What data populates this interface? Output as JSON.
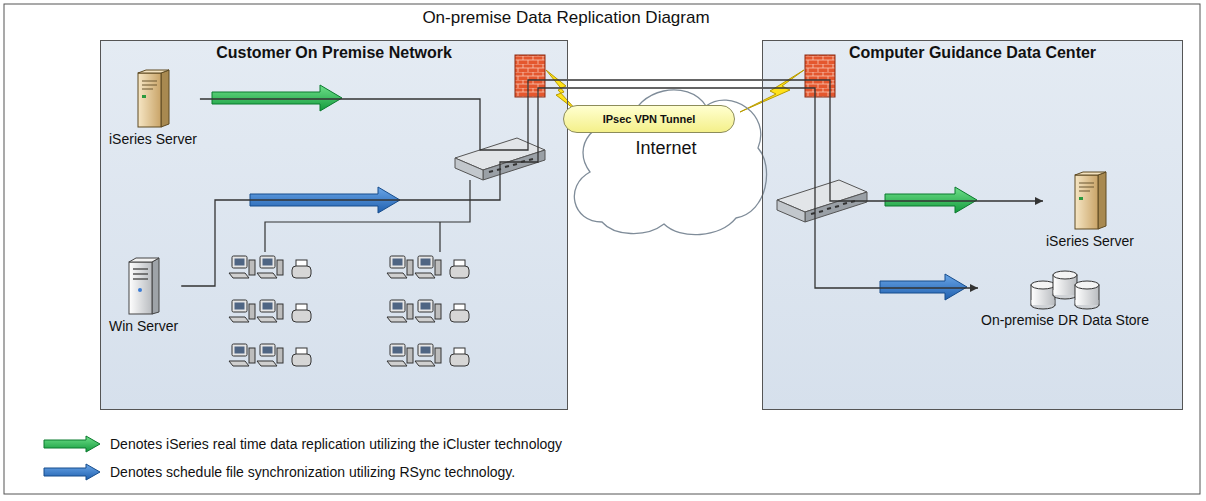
{
  "diagram": {
    "title": "On-premise Data Replication Diagram",
    "nodes": [
      {
        "text": [
          "Customer On Premise Network"
        ]
      },
      {
        "text": [
          "iSeries Server"
        ],
        "in": 0
      },
      {
        "text": [
          "Win Server"
        ],
        "in": 0
      },
      {
        "text": [
          "Internet"
        ]
      },
      {
        "text": [
          "IPsec VPN Tunnel"
        ],
        "in": 3
      },
      {
        "text": [
          "Computer Guidance Data Center"
        ]
      },
      {
        "text": [
          "iSeries Server"
        ],
        "in": 5
      },
      {
        "text": [
          "On-premise DR Data Store"
        ],
        "in": 5
      }
    ],
    "edges": [
      {
        "from": 1,
        "to": 6,
        "arrow": "to"
      },
      {
        "from": 2,
        "to": 7,
        "arrow": "to"
      }
    ],
    "legend": [
      {
        "text": "Denotes iSeries real time data replication utilizing the iCluster technology"
      },
      {
        "text": "Denotes schedule file synchronization utilizing RSync technology."
      }
    ]
  }
}
